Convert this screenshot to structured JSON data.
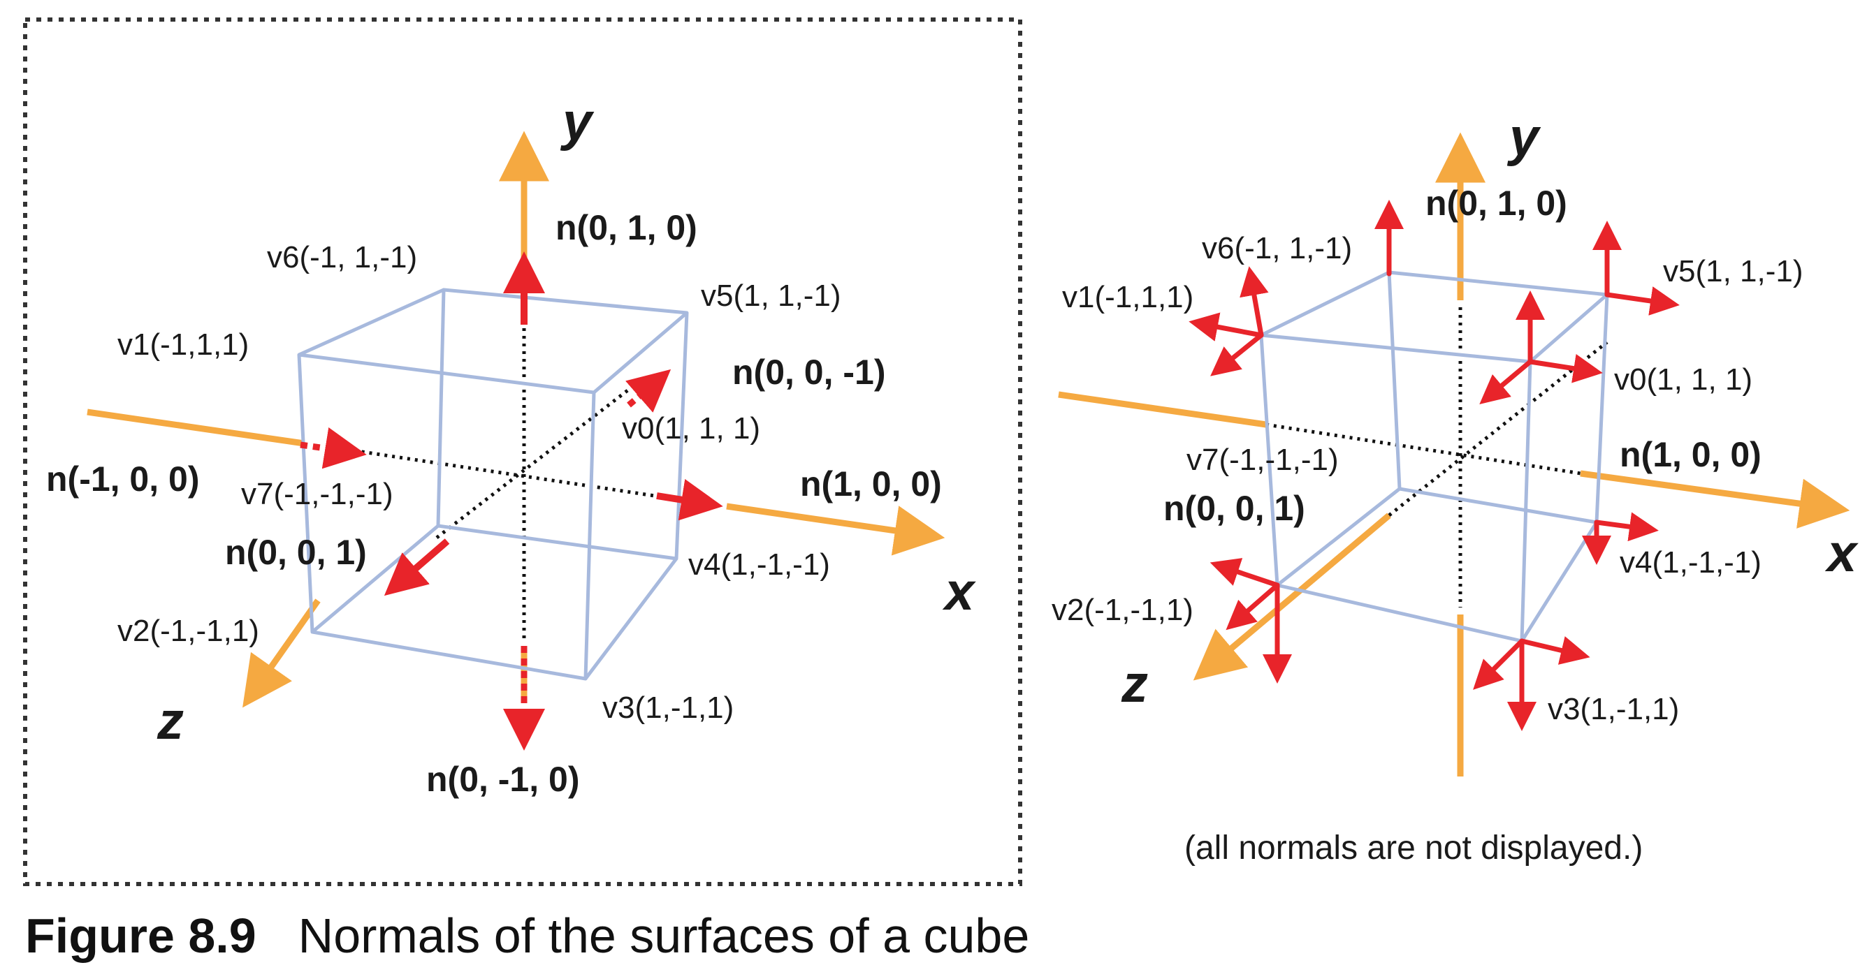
{
  "colors": {
    "axis": "#F5A941",
    "normal": "#E8242A",
    "cube": "#A7B9DD",
    "dotted": "#111111",
    "frame": "#333333"
  },
  "caption": {
    "figure": "Figure 8.9",
    "title": "Normals of the surfaces of a cube"
  },
  "left": {
    "axes": {
      "x": "x",
      "y": "y",
      "z": "z"
    },
    "vertices": {
      "v0": "v0(1, 1, 1)",
      "v1": "v1(-1,1,1)",
      "v2": "v2(-1,-1,1)",
      "v3": "v3(1,-1,1)",
      "v4": "v4(1,-1,-1)",
      "v5": "v5(1, 1,-1)",
      "v6": "v6(-1, 1,-1)",
      "v7": "v7(-1,-1,-1)"
    },
    "normals": {
      "top": "n(0, 1, 0)",
      "bottom": "n(0, -1, 0)",
      "left": "n(-1, 0, 0)",
      "right": "n(1, 0, 0)",
      "front": "n(0, 0, 1)",
      "back": "n(0, 0, -1)"
    }
  },
  "right": {
    "axes": {
      "x": "x",
      "y": "y",
      "z": "z"
    },
    "vertices": {
      "v0": "v0(1, 1, 1)",
      "v1": "v1(-1,1,1)",
      "v2": "v2(-1,-1,1)",
      "v3": "v3(1,-1,1)",
      "v4": "v4(1,-1,-1)",
      "v5": "v5(1, 1,-1)",
      "v6": "v6(-1, 1,-1)",
      "v7": "v7(-1,-1,-1)"
    },
    "normals": {
      "top": "n(0, 1, 0)",
      "right": "n(1, 0, 0)",
      "front": "n(0, 0, 1)"
    },
    "note": "(all normals are not displayed.)"
  }
}
